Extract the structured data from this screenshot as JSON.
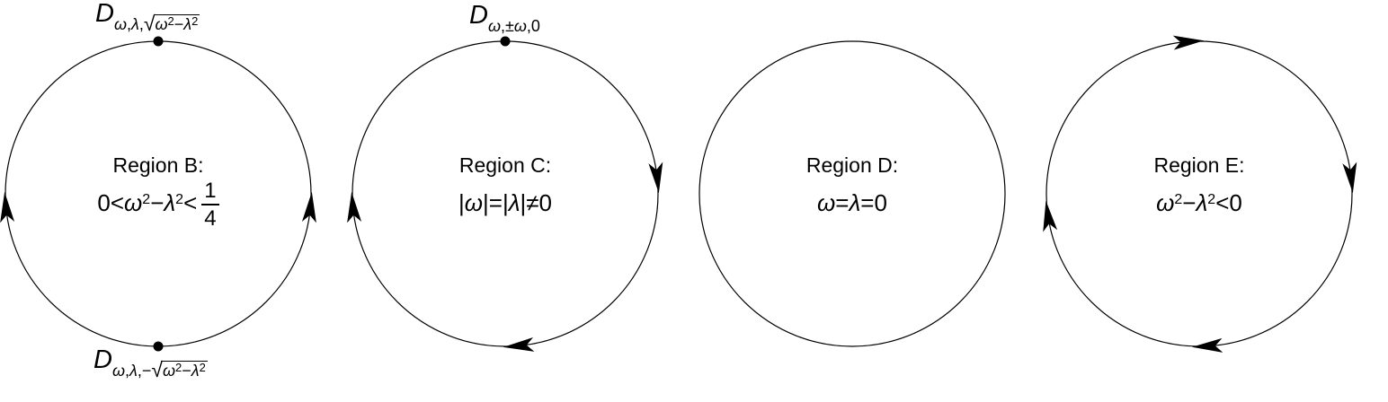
{
  "colors": {
    "ink": "#000000",
    "background": "#ffffff"
  },
  "glyphs": {
    "flow-arrowhead": "filled concave-back triangle",
    "fixed-point-dot": "●",
    "radical": "√"
  },
  "panels": [
    {
      "id": "region-b",
      "title": "Region B:",
      "formula": {
        "t1": "0<",
        "v1": "ω",
        "e1": "2",
        "minus": "−",
        "v2": "λ",
        "e2": "2",
        "t2": "<",
        "frac_num": "1",
        "frac_den": "4"
      },
      "top_label": {
        "base": "D",
        "s1": "ω",
        "c1": ",",
        "s2": "λ",
        "c2": ",",
        "surd": "√",
        "r1": "ω",
        "re1": "2",
        "rminus": "−",
        "r2": "λ",
        "re2": "2"
      },
      "bottom_label": {
        "base": "D",
        "s1": "ω",
        "c1": ",",
        "s2": "λ",
        "c2": ",−",
        "surd": "√",
        "r1": "ω",
        "re1": "2",
        "rminus": "−",
        "r2": "λ",
        "re2": "2"
      }
    },
    {
      "id": "region-c",
      "title": "Region C:",
      "formula": {
        "t1": "|",
        "v1": "ω",
        "t2": "|=|",
        "v2": "λ",
        "t3": "|≠0"
      },
      "top_label": {
        "base": "D",
        "s1": "ω",
        "c1": ",±",
        "s2": "ω",
        "c2": ",0"
      }
    },
    {
      "id": "region-d",
      "title": "Region D:",
      "formula": {
        "v1": "ω",
        "t1": "=",
        "v2": "λ",
        "t2": "=0"
      }
    },
    {
      "id": "region-e",
      "title": "Region E:",
      "formula": {
        "v1": "ω",
        "e1": "2",
        "minus": "−",
        "v2": "λ",
        "e2": "2",
        "t1": "<0"
      }
    }
  ]
}
